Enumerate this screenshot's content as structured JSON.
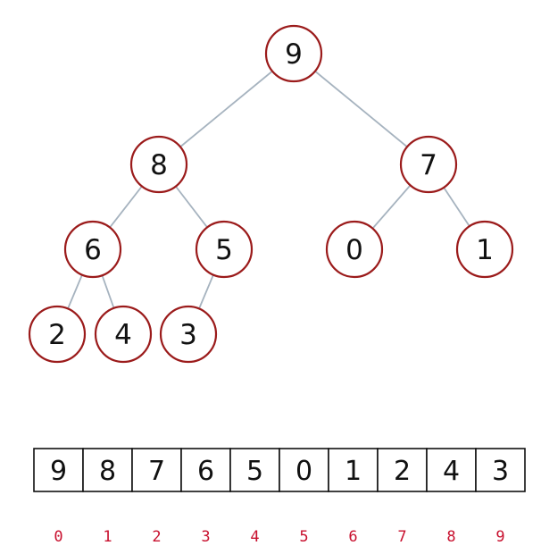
{
  "tree": {
    "nodes": [
      {
        "id": "n0",
        "label": "9",
        "index": 0
      },
      {
        "id": "n1",
        "label": "8",
        "index": 1
      },
      {
        "id": "n2",
        "label": "7",
        "index": 2
      },
      {
        "id": "n3",
        "label": "6",
        "index": 3
      },
      {
        "id": "n4",
        "label": "5",
        "index": 4
      },
      {
        "id": "n5",
        "label": "0",
        "index": 5
      },
      {
        "id": "n6",
        "label": "1",
        "index": 6
      },
      {
        "id": "n7",
        "label": "2",
        "index": 7
      },
      {
        "id": "n8",
        "label": "4",
        "index": 8
      },
      {
        "id": "n9",
        "label": "3",
        "index": 9
      }
    ],
    "edges": [
      {
        "from": "n0",
        "to": "n1"
      },
      {
        "from": "n0",
        "to": "n2"
      },
      {
        "from": "n1",
        "to": "n3"
      },
      {
        "from": "n1",
        "to": "n4"
      },
      {
        "from": "n2",
        "to": "n5"
      },
      {
        "from": "n2",
        "to": "n6"
      },
      {
        "from": "n3",
        "to": "n7"
      },
      {
        "from": "n3",
        "to": "n8"
      },
      {
        "from": "n4",
        "to": "n9"
      }
    ]
  },
  "array": {
    "values": [
      "9",
      "8",
      "7",
      "6",
      "5",
      "0",
      "1",
      "2",
      "4",
      "3"
    ],
    "indices": [
      "0",
      "1",
      "2",
      "3",
      "4",
      "5",
      "6",
      "7",
      "8",
      "9"
    ]
  },
  "colors": {
    "node_stroke": "#9b1b1b",
    "edge": "#a6b3bf",
    "index_text": "#c8102e",
    "cell_border": "#111111"
  }
}
